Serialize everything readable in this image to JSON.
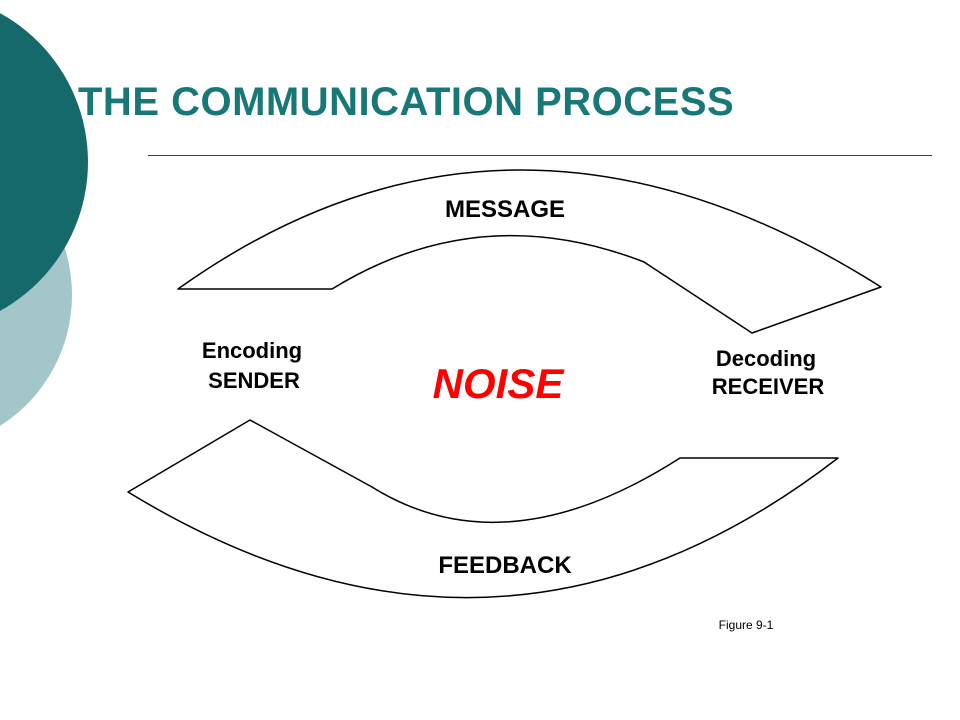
{
  "slide": {
    "title": "THE COMMUNICATION PROCESS",
    "figure_caption": "Figure 9-1"
  },
  "diagram": {
    "message": "MESSAGE",
    "noise": "NOISE",
    "feedback": "FEEDBACK",
    "sender_role": "Encoding",
    "sender": "SENDER",
    "receiver_role": "Decoding",
    "receiver": "RECEIVER"
  },
  "colors": {
    "title_text": "#187878",
    "noise_text": "#ff0000",
    "arrow_outline": "#000000",
    "arrow_fill": "#ffffff",
    "decorative_circle_dark": "#15696b",
    "decorative_circle_light": "#a3c6c8"
  }
}
